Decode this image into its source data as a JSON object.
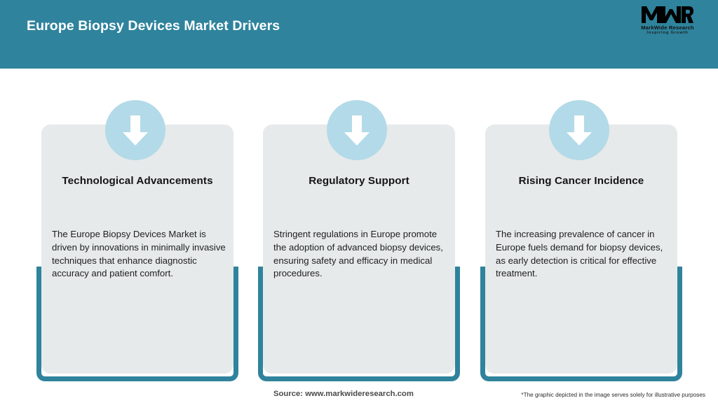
{
  "header": {
    "title": "Europe Biopsy Devices Market Drivers",
    "background_color": "#2f839c",
    "logo": {
      "mark": "MWR",
      "name": "MarkWide Research",
      "tagline": "Inspiring Growth"
    }
  },
  "cards": [
    {
      "icon": "down-arrow-icon",
      "title": "Technological Advancements",
      "body": "The Europe Biopsy Devices Market is driven by innovations in minimally invasive techniques that enhance diagnostic accuracy and patient comfort."
    },
    {
      "icon": "down-arrow-icon",
      "title": "Regulatory Support",
      "body": "Stringent regulations in Europe promote the adoption of advanced biopsy devices, ensuring safety and efficacy in medical procedures."
    },
    {
      "icon": "down-arrow-icon",
      "title": "Rising Cancer Incidence",
      "body": "The increasing prevalence of cancer in Europe fuels demand for biopsy devices, as early detection is critical for effective treatment."
    }
  ],
  "footer": {
    "source": "Source: www.markwideresearch.com",
    "disclaimer": "*The graphic depicted in the image serves solely for illustrative purposes"
  },
  "colors": {
    "accent_teal": "#2f839c",
    "card_gray": "#e6eaea",
    "icon_blue": "#b3dae8"
  }
}
